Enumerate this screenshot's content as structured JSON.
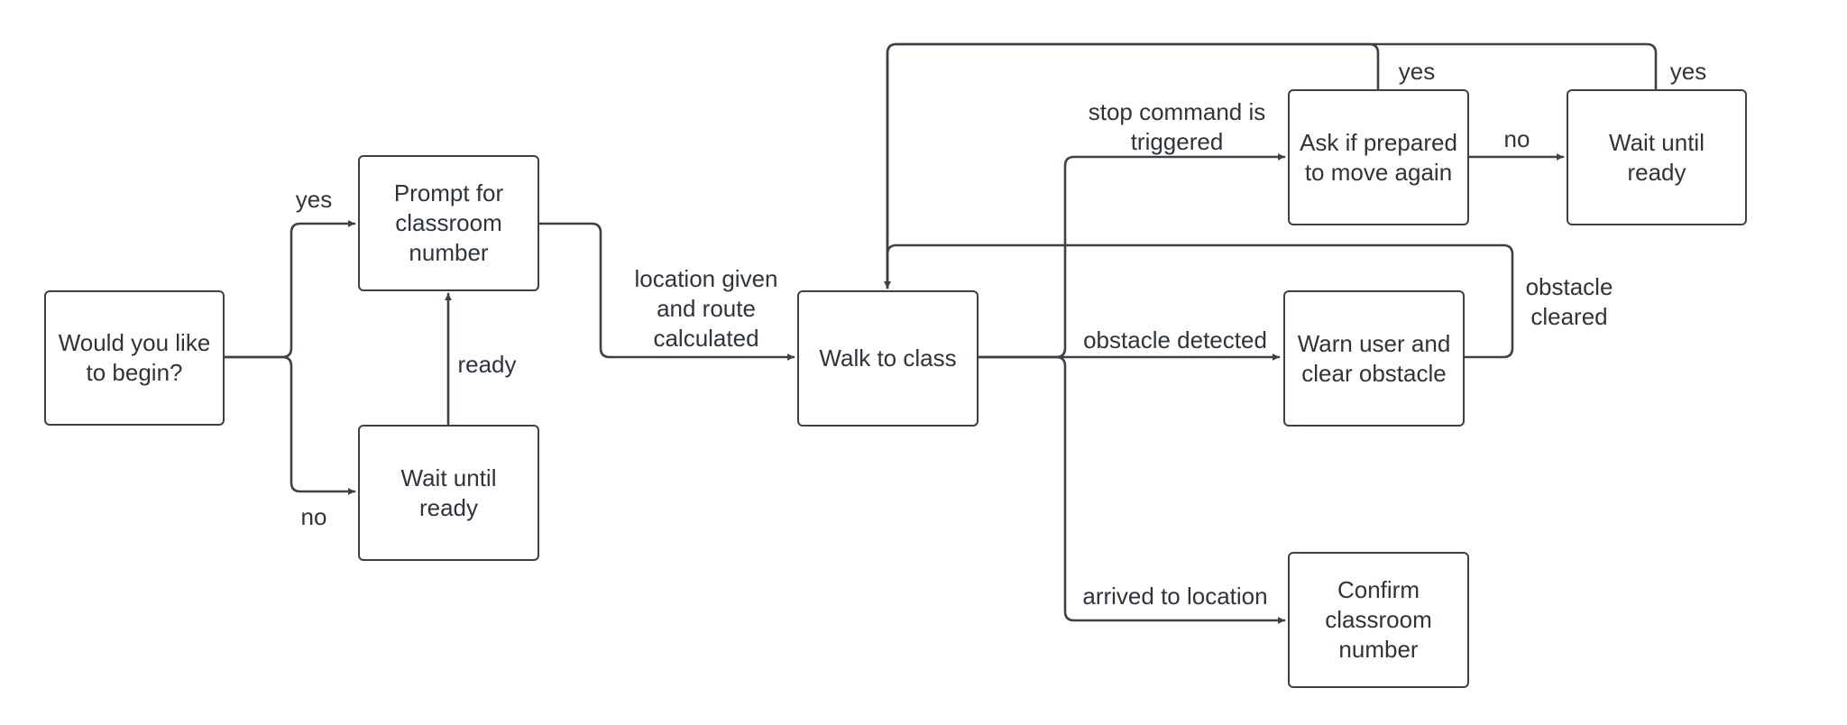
{
  "nodes": {
    "begin": "Would you like\nto begin?",
    "prompt_classroom": "Prompt for\nclassroom\nnumber",
    "wait_ready_1": "Wait until\nready",
    "walk": "Walk to class",
    "ask_prepared": "Ask if prepared\nto move again",
    "wait_ready_2": "Wait until\nready",
    "warn_user": "Warn user and\nclear obstacle",
    "confirm_classroom": "Confirm\nclassroom\nnumber"
  },
  "edge_labels": {
    "yes_begin": "yes",
    "no_begin": "no",
    "ready": "ready",
    "location_given": "location given\nand route\ncalculated",
    "stop_command": "stop command is\ntriggered",
    "no_prepared": "no",
    "yes_prepared": "yes",
    "yes_wait": "yes",
    "obstacle_detected": "obstacle detected",
    "obstacle_cleared": "obstacle\ncleared",
    "arrived": "arrived to location"
  },
  "colors": {
    "stroke": "#3b4049",
    "text": "#2f343c",
    "background": "#ffffff"
  }
}
